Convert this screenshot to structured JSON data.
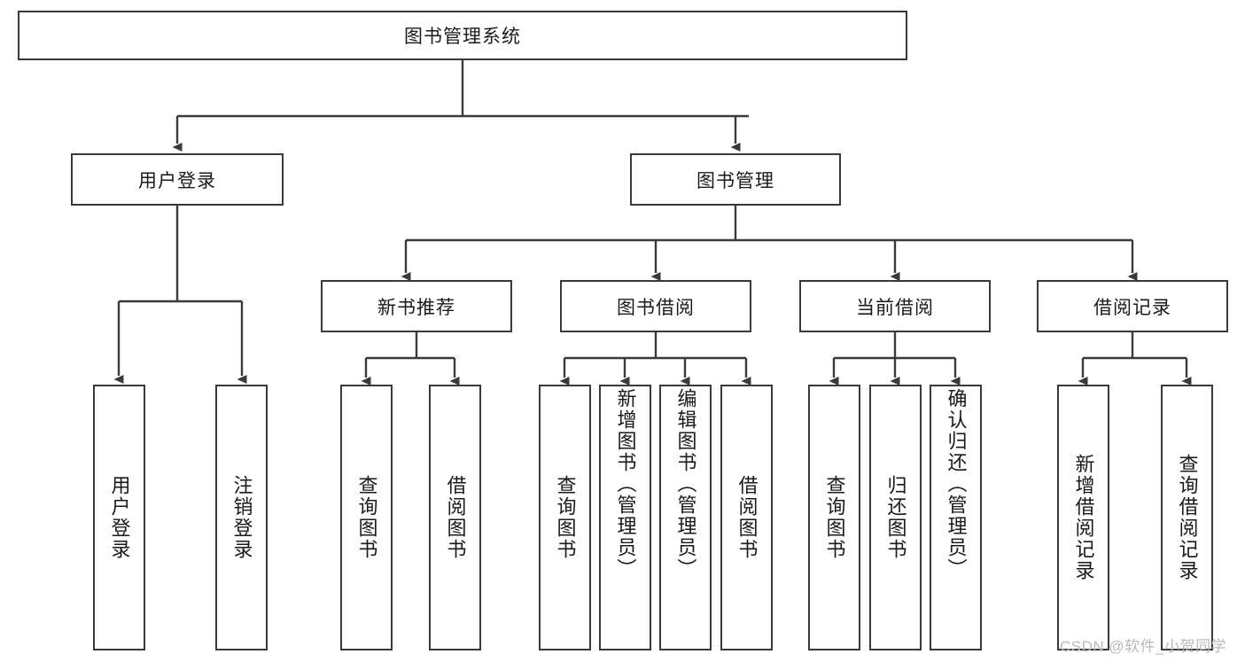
{
  "diagram": {
    "type": "tree",
    "title": "图书管理系统",
    "stroke_color": "#3a3a3a",
    "text_color": "#1a1a1a",
    "background": "#ffffff",
    "root": {
      "id": "root",
      "label": "图书管理系统",
      "orientation": "horizontal"
    },
    "level2": [
      {
        "id": "user-login",
        "label": "用户登录",
        "orientation": "horizontal"
      },
      {
        "id": "book-manage",
        "label": "图书管理",
        "orientation": "horizontal"
      }
    ],
    "level3": [
      {
        "id": "new-book-recommend",
        "label": "新书推荐",
        "orientation": "horizontal",
        "parent": "book-manage"
      },
      {
        "id": "book-borrow",
        "label": "图书借阅",
        "orientation": "horizontal",
        "parent": "book-manage"
      },
      {
        "id": "current-borrow",
        "label": "当前借阅",
        "orientation": "horizontal",
        "parent": "book-manage"
      },
      {
        "id": "borrow-record",
        "label": "借阅记录",
        "orientation": "horizontal",
        "parent": "book-manage"
      }
    ],
    "leaves": [
      {
        "id": "leaf-user-login",
        "label": "用户登录",
        "orientation": "vertical",
        "parent": "user-login"
      },
      {
        "id": "leaf-logout",
        "label": "注销登录",
        "orientation": "vertical",
        "parent": "user-login"
      },
      {
        "id": "leaf-query-book-1",
        "label": "查询图书",
        "orientation": "vertical",
        "parent": "new-book-recommend"
      },
      {
        "id": "leaf-borrow-book-1",
        "label": "借阅图书",
        "orientation": "vertical",
        "parent": "new-book-recommend"
      },
      {
        "id": "leaf-query-book-2",
        "label": "查询图书",
        "orientation": "vertical",
        "parent": "book-borrow"
      },
      {
        "id": "leaf-add-book",
        "label": "新增图书（管理员）",
        "orientation": "vertical",
        "parent": "book-borrow"
      },
      {
        "id": "leaf-edit-book",
        "label": "编辑图书（管理员）",
        "orientation": "vertical",
        "parent": "book-borrow"
      },
      {
        "id": "leaf-borrow-book-2",
        "label": "借阅图书",
        "orientation": "vertical",
        "parent": "book-borrow"
      },
      {
        "id": "leaf-query-book-3",
        "label": "查询图书",
        "orientation": "vertical",
        "parent": "current-borrow"
      },
      {
        "id": "leaf-return-book",
        "label": "归还图书",
        "orientation": "vertical",
        "parent": "current-borrow"
      },
      {
        "id": "leaf-confirm-return",
        "label": "确认归还（管理员）",
        "orientation": "vertical",
        "parent": "current-borrow"
      },
      {
        "id": "leaf-add-record",
        "label": "新增借阅记录",
        "orientation": "vertical",
        "parent": "borrow-record"
      },
      {
        "id": "leaf-query-record",
        "label": "查询借阅记录",
        "orientation": "vertical",
        "parent": "borrow-record"
      }
    ]
  },
  "watermark": {
    "text": "CSDN @软件_小贺同学",
    "color": "#b9b9b9"
  }
}
